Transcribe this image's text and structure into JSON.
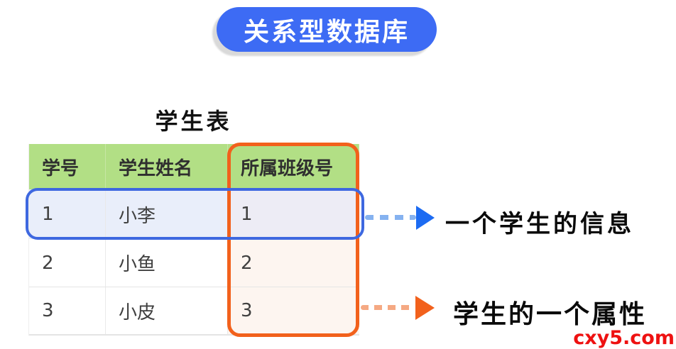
{
  "title_badge": {
    "label": "关系型数据库",
    "bg_color": "#3D6BF4",
    "text_color": "#FFFFFF"
  },
  "table": {
    "title": "学生表",
    "header_bg": "#B2DF85",
    "headers": [
      "学号",
      "学生姓名",
      "所属班级号"
    ],
    "rows": [
      [
        "1",
        "小李",
        "1"
      ],
      [
        "2",
        "小鱼",
        "2"
      ],
      [
        "3",
        "小皮",
        "3"
      ]
    ]
  },
  "highlights": {
    "row_highlight": {
      "border_color": "#3E68E0",
      "fill_color": "#E9EEFA",
      "overlap_fill_color": "#EDECF5"
    },
    "column_highlight": {
      "border_color": "#F2611C",
      "fill_color": "#FDF5F0"
    }
  },
  "annotations": {
    "row_note": {
      "label": "一个学生的信息",
      "dash_color": "#85B2F0",
      "arrow_color": "#1C6BF2"
    },
    "column_note": {
      "label": "学生的一个属性",
      "dash_color": "#F5A983",
      "arrow_color": "#F2611C"
    }
  },
  "watermark": {
    "label": "cxy5.com",
    "color": "#EE1111"
  }
}
